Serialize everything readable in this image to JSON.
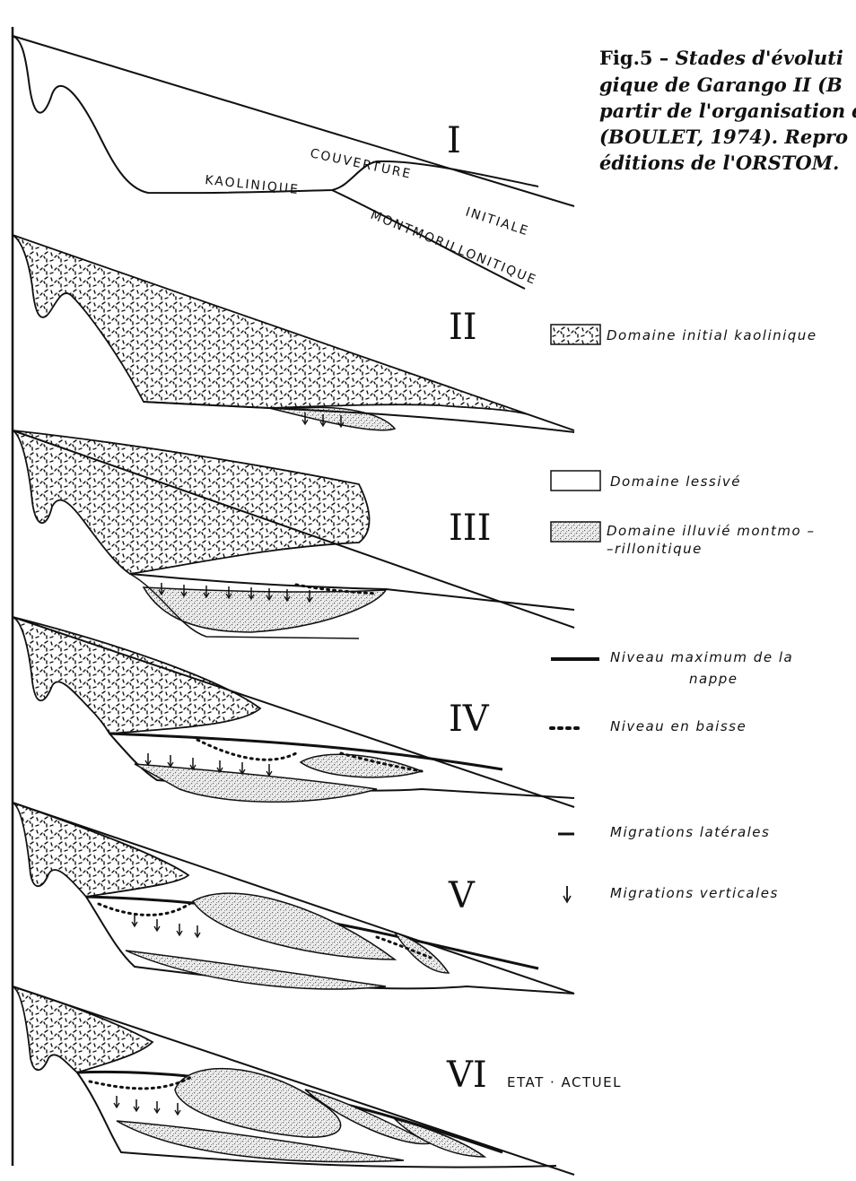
{
  "caption": {
    "line1_prefix": "Fig.5 – ",
    "line1_italic": "Stades d'évoluti",
    "line2": "gique de Garango II (B",
    "line3": "partir de l'organisation d",
    "line4": "(BOULET, 1974). Repro",
    "line5": "éditions de l'ORSTOM."
  },
  "stages": [
    {
      "numeral": "I"
    },
    {
      "numeral": "II"
    },
    {
      "numeral": "III"
    },
    {
      "numeral": "IV"
    },
    {
      "numeral": "V"
    },
    {
      "numeral": "VI",
      "note": "ETAT · ACTUEL"
    }
  ],
  "stage1_labels": {
    "couverture": "COUVERTURE",
    "kaolinique": "KAOLINIQUE",
    "initiale": "INITIALE",
    "montmorillonitique": "MONTMORILLONITIQUE"
  },
  "legend": {
    "kaolinique": "Domaine initial kaolinique",
    "lessive": "Domaine lessivé",
    "illuvie_1": "Domaine illuvié montmo –",
    "illuvie_2": "–rillonitique",
    "nappe_1": "Niveau maximum de la",
    "nappe_2": "nappe",
    "baisse": "Niveau en baisse",
    "laterales": "Migrations latérales",
    "verticales": "Migrations verticales"
  }
}
